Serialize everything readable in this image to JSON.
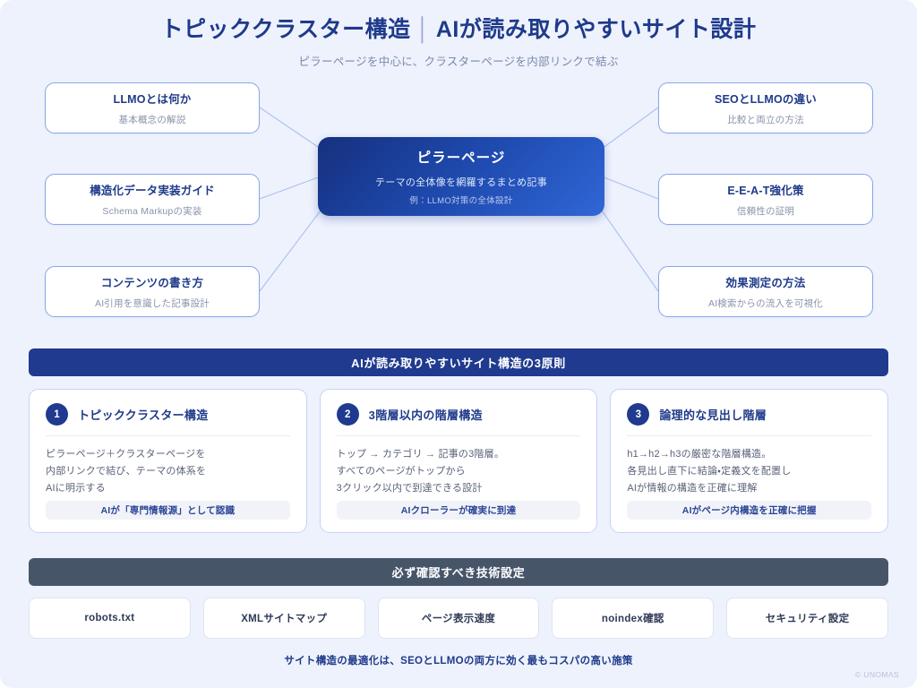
{
  "header": {
    "title_left": "トピッククラスター構造",
    "divider": "│",
    "title_right": "AIが読み取りやすいサイト設計",
    "subtitle": "ピラーページを中心に、クラスターページを内部リンクで結ぶ"
  },
  "map": {
    "pillar": {
      "title": "ピラーページ",
      "subtitle": "テーマの全体像を網羅するまとめ記事",
      "example": "例：LLMO対策の全体設計"
    },
    "left_clusters": [
      {
        "title": "LLMOとは何か",
        "subtitle": "基本概念の解説"
      },
      {
        "title": "構造化データ実装ガイド",
        "subtitle": "Schema Markupの実装"
      },
      {
        "title": "コンテンツの書き方",
        "subtitle": "AI引用を意識した記事設計"
      }
    ],
    "right_clusters": [
      {
        "title": "SEOとLLMOの違い",
        "subtitle": "比較と両立の方法"
      },
      {
        "title": "E-E-A-T強化策",
        "subtitle": "信頼性の証明"
      },
      {
        "title": "効果測定の方法",
        "subtitle": "AI検索からの流入を可視化"
      }
    ]
  },
  "principles": {
    "bar_label": "AIが読み取りやすいサイト構造の3原則",
    "cards": [
      {
        "number": "1",
        "title": "トピッククラスター構造",
        "body": "ピラーページ＋クラスターページを\n内部リンクで結び、テーマの体系を\nAIに明示する",
        "tag": "AIが「専門情報源」として認識"
      },
      {
        "number": "2",
        "title": "3階層以内の階層構造",
        "body": "トップ → カテゴリ → 記事の3階層。\nすべてのページがトップから\n3クリック以内で到達できる設計",
        "tag": "AIクローラーが確実に到達"
      },
      {
        "number": "3",
        "title": "論理的な見出し階層",
        "body": "h1→h2→h3の厳密な階層構造。\n各見出し直下に結論・定義文を配置し\nAIが情報の構造を正確に理解",
        "tag": "AIがページ内構造を正確に把握"
      }
    ]
  },
  "technical": {
    "bar_label": "必ず確認すべき技術設定",
    "chips": [
      "robots.txt",
      "XMLサイトマップ",
      "ページ表示速度",
      "noindex確認",
      "セキュリティ設定"
    ]
  },
  "footer": {
    "note": "サイト構造の最適化は、SEOとLLMOの両方に効く最もコスパの高い施策",
    "copyright": "© UNOMAS"
  },
  "colors": {
    "background": "#eef2fd",
    "primary_navy": "#1f3a8f",
    "title_blue": "#1e3a8a",
    "cluster_border": "#88a6ec",
    "card_border": "#c3d4f4",
    "gray_bar": "#475569",
    "connector_line": "#a9c1ef",
    "tag_bg": "#f1f3f9"
  }
}
